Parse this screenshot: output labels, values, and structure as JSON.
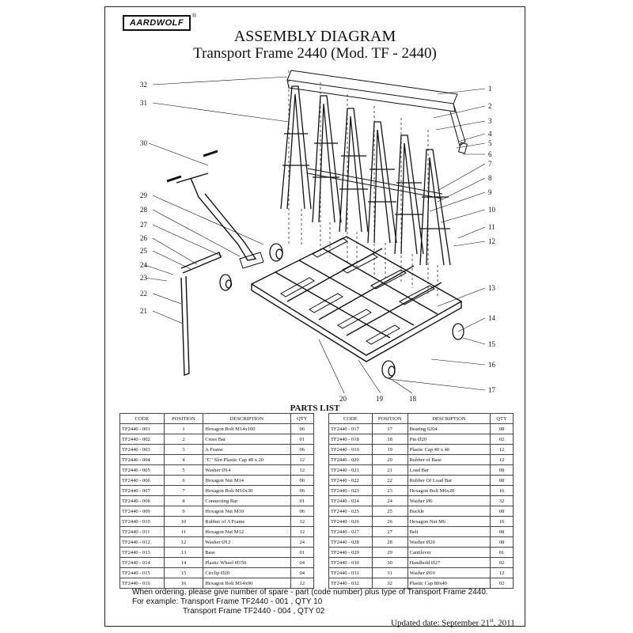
{
  "logo": {
    "text": "AARDWOLF",
    "reg": "®"
  },
  "header": {
    "title": "ASSEMBLY DIAGRAM",
    "subtitle": "Transport Frame 2440 (Mod. TF - 2440)"
  },
  "callouts": [
    "1",
    "2",
    "3",
    "4",
    "5",
    "6",
    "7",
    "8",
    "9",
    "10",
    "11",
    "12",
    "13",
    "14",
    "15",
    "16",
    "17",
    "18",
    "19",
    "20",
    "21",
    "22",
    "23",
    "24",
    "25",
    "26",
    "27",
    "28",
    "29",
    "30",
    "31",
    "32"
  ],
  "parts_list": {
    "title": "PARTS LIST",
    "columns": {
      "code": "CODE",
      "position": "POSITION",
      "description": "DESCRIPTION",
      "qty": "QTY"
    },
    "left": [
      {
        "code": "TF2440 - 001",
        "position": "1",
        "description": "Hexagon Bolt M14x100",
        "qty": "06"
      },
      {
        "code": "TF2440 - 002",
        "position": "2",
        "description": "Cross Bar",
        "qty": "01"
      },
      {
        "code": "TF2440 - 003",
        "position": "3",
        "description": "A Frame",
        "qty": "06"
      },
      {
        "code": "TF2440 - 004",
        "position": "4",
        "description": "\"C\" Slot Plastic Cap 40 x 20",
        "qty": "12"
      },
      {
        "code": "TF2440 - 005",
        "position": "5",
        "description": "Washer Ø14",
        "qty": "12"
      },
      {
        "code": "TF2440 - 006",
        "position": "6",
        "description": "Hexagon Nut M14",
        "qty": "06"
      },
      {
        "code": "TF2440 - 007",
        "position": "7",
        "description": "Hexagon Bolt M10x30",
        "qty": "06"
      },
      {
        "code": "TF2440 - 008",
        "position": "8",
        "description": "Connecting Bar",
        "qty": "01"
      },
      {
        "code": "TF2440 - 009",
        "position": "9",
        "description": "Hexagon Nut M10",
        "qty": "06"
      },
      {
        "code": "TF2440 - 010",
        "position": "10",
        "description": "Rubber of A Frame",
        "qty": "12"
      },
      {
        "code": "TF2440 - 011",
        "position": "11",
        "description": "Hexagon Nut M12",
        "qty": "12"
      },
      {
        "code": "TF2440 - 012",
        "position": "12",
        "description": "Washer Ø12",
        "qty": "24"
      },
      {
        "code": "TF2440 - 013",
        "position": "13",
        "description": "Base",
        "qty": "01"
      },
      {
        "code": "TF2440 - 014",
        "position": "14",
        "description": "Plastic Wheel Ø150",
        "qty": "04"
      },
      {
        "code": "TF2440 - 015",
        "position": "15",
        "description": "Circlip Ø20",
        "qty": "04"
      },
      {
        "code": "TF2440 - 016",
        "position": "16",
        "description": "Hexagon Bolt M14x90",
        "qty": "12"
      }
    ],
    "right": [
      {
        "code": "TF2440 - 017",
        "position": "17",
        "description": "Bearing 6204",
        "qty": "08"
      },
      {
        "code": "TF2440 - 018",
        "position": "18",
        "description": "Pin Ø20",
        "qty": "02"
      },
      {
        "code": "TF2440 - 019",
        "position": "19",
        "description": "Plastic Cap 40 x 40",
        "qty": "12"
      },
      {
        "code": "TF2440 - 020",
        "position": "20",
        "description": "Rubber of Base",
        "qty": "12"
      },
      {
        "code": "TF2440 - 021",
        "position": "21",
        "description": "Load Bar",
        "qty": "08"
      },
      {
        "code": "TF2440 - 022",
        "position": "22",
        "description": "Rubber Of Load Bar",
        "qty": "08"
      },
      {
        "code": "TF2440 - 023",
        "position": "23",
        "description": "Hexagon Bolt M6x20",
        "qty": "16"
      },
      {
        "code": "TF2440 - 024",
        "position": "24",
        "description": "Washer Ø6",
        "qty": "32"
      },
      {
        "code": "TF2440 - 025",
        "position": "25",
        "description": "Buckle",
        "qty": "08"
      },
      {
        "code": "TF2440 - 026",
        "position": "26",
        "description": "Hexagon Nut M6",
        "qty": "16"
      },
      {
        "code": "TF2440 - 027",
        "position": "27",
        "description": "Belt",
        "qty": "08"
      },
      {
        "code": "TF2440 - 028",
        "position": "28",
        "description": "Washer Ø20",
        "qty": "08"
      },
      {
        "code": "TF2440 - 029",
        "position": "29",
        "description": "Cantilever",
        "qty": "01"
      },
      {
        "code": "TF2440 - 030",
        "position": "30",
        "description": "Handhold Ø27",
        "qty": "02"
      },
      {
        "code": "TF2440 - 031",
        "position": "31",
        "description": "Washer Ø10",
        "qty": "12"
      },
      {
        "code": "TF2440 - 032",
        "position": "32",
        "description": "Plastic Cap 80x40",
        "qty": "02"
      }
    ]
  },
  "notes": {
    "line1": "When ordering, please give number of spare - part (code number) plus type of Transport Frame 2440.",
    "line2": "For example: Transport Frame  TF2440 - 001  ,  QTY 10",
    "line3": "Transport Frame  TF2440 - 004  ,  QTY 02"
  },
  "updated": {
    "prefix": "Updated date: September 21",
    "suffix": "st",
    "year": ", 2011"
  }
}
